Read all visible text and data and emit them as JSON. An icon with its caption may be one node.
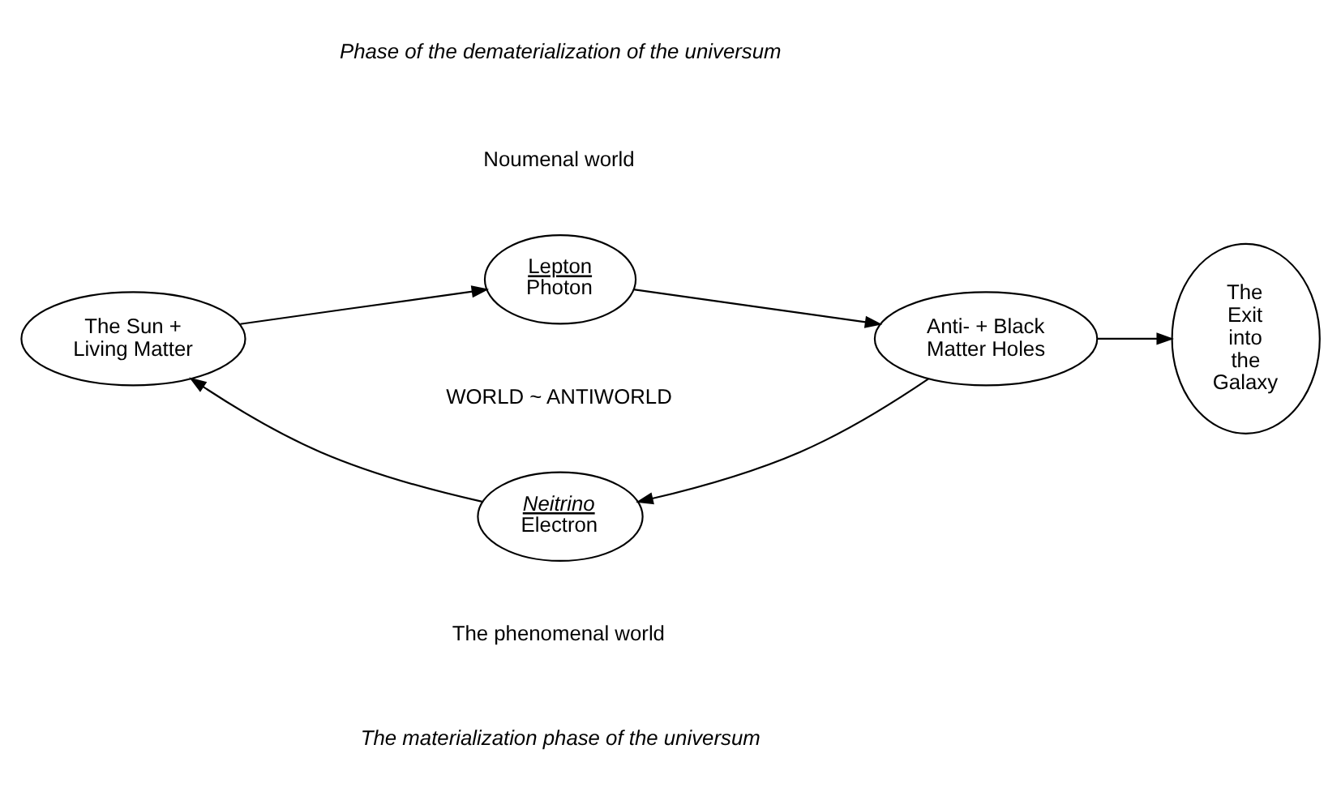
{
  "diagram": {
    "nodes": [
      {
        "text": [
          "Lepton",
          "Photon"
        ]
      },
      {
        "text": [
          "Anti- + Black Matter Holes"
        ]
      },
      {
        "text": [
          "The Exit into the Galaxy"
        ]
      },
      {
        "text": [
          "Neitrino",
          "Electron"
        ]
      },
      {
        "text": [
          "The Sun + Living Matter"
        ]
      }
    ],
    "edges": [
      {
        "from": 4,
        "to": 0,
        "arrow": "to"
      },
      {
        "from": 0,
        "to": 1,
        "arrow": "to"
      },
      {
        "from": 1,
        "to": 2,
        "arrow": "to"
      },
      {
        "from": 1,
        "to": 3,
        "arrow": "to"
      },
      {
        "from": 3,
        "to": 4,
        "arrow": "to"
      }
    ],
    "labels": [
      "Phase of the dematerialization of the universum",
      "Noumenal world",
      "WORLD ~ ANTIWORLD",
      "The phenomenal world",
      "The materialization phase of the universum"
    ]
  }
}
